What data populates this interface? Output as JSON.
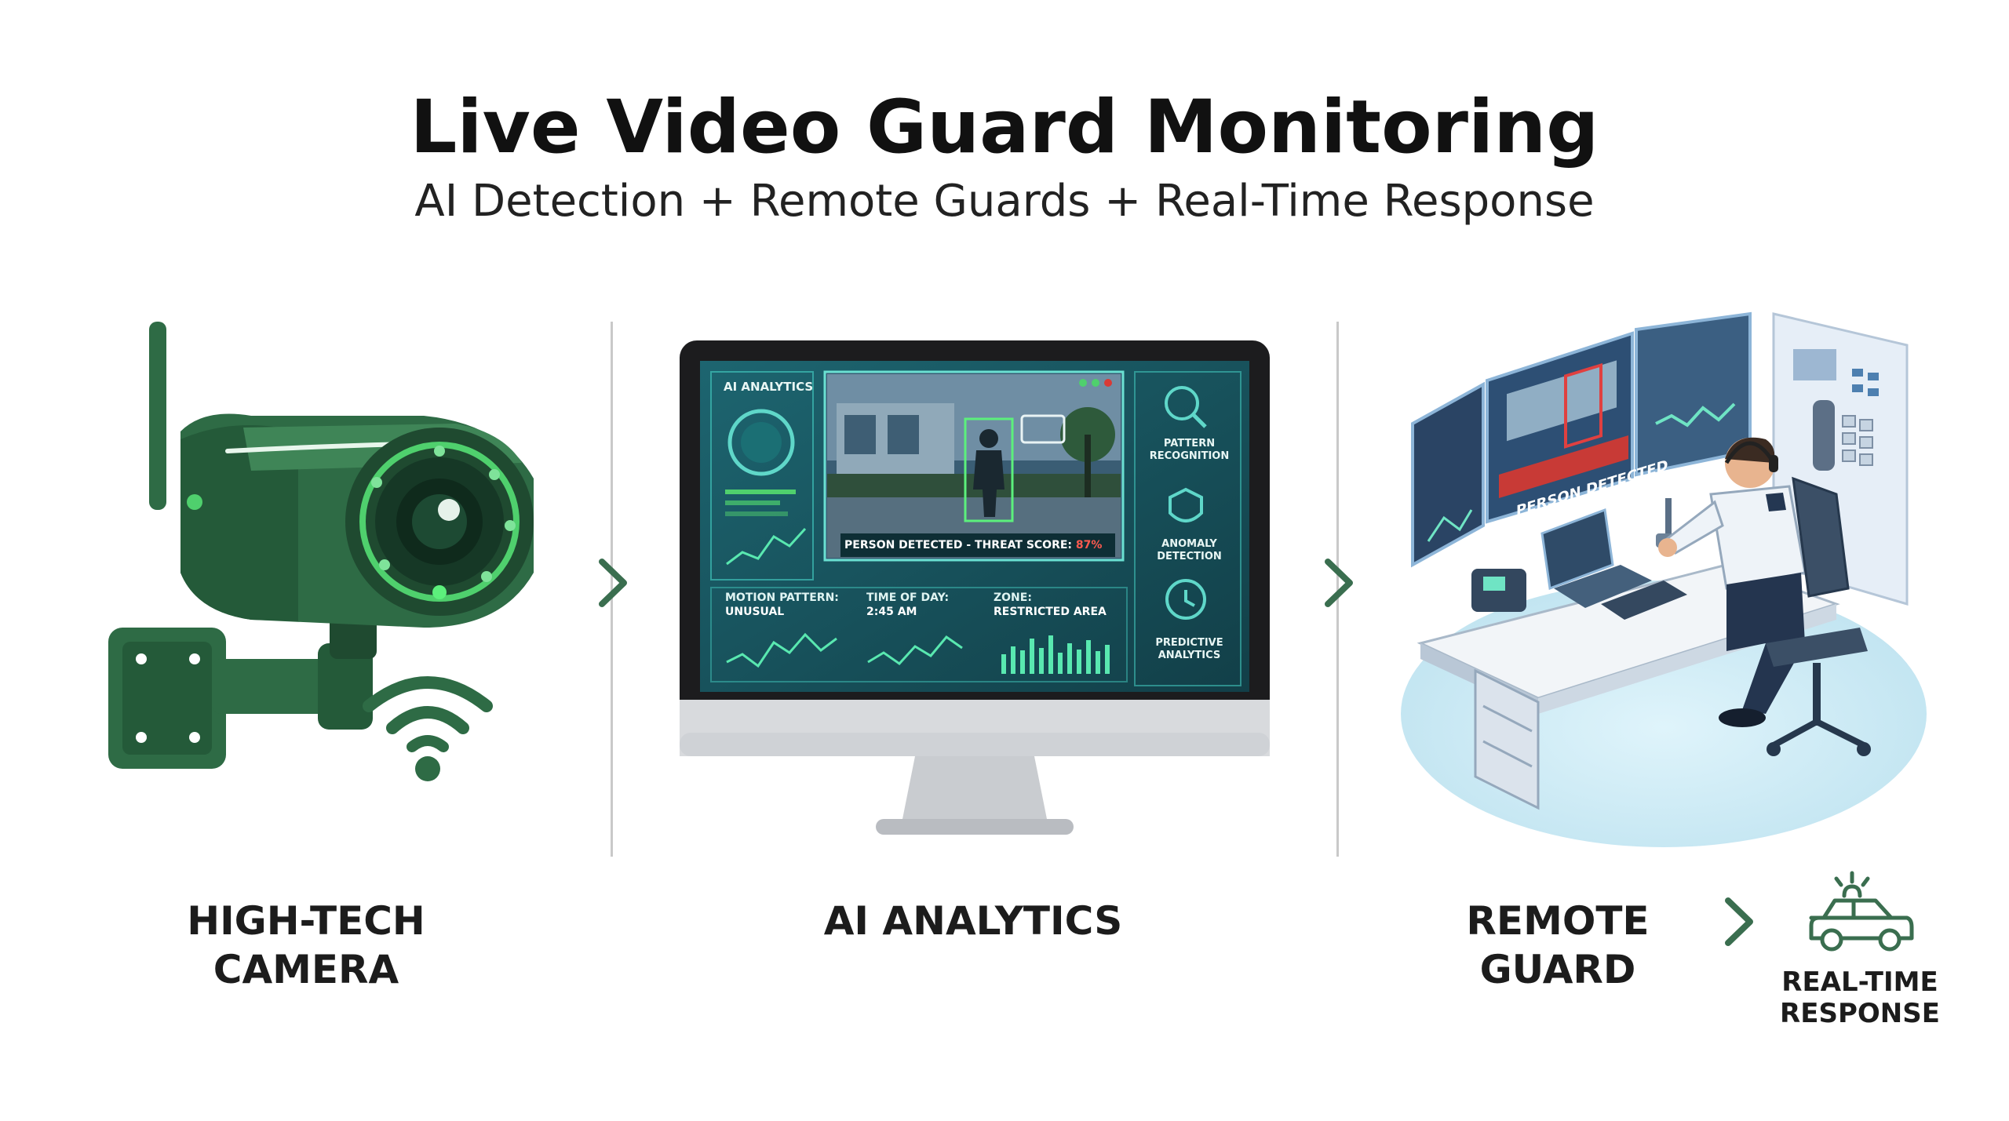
{
  "header": {
    "title": "Live Video Guard Monitoring",
    "subtitle": "AI Detection + Remote Guards + Real-Time Response"
  },
  "steps": [
    {
      "line1": "HIGH-TECH",
      "line2": "CAMERA"
    },
    {
      "line1": "AI ANALYTICS",
      "line2": ""
    },
    {
      "line1": "REMOTE",
      "line2": "GUARD"
    },
    {
      "line1": "REAL-TIME",
      "line2": "RESPONSE"
    }
  ],
  "screen": {
    "panel_title": "AI ANALYTICS",
    "detection_text": "PERSON DETECTED - THREAT SCORE:",
    "threat_score": "87%",
    "motion_label": "MOTION PATTERN:",
    "motion_value": "UNUSUAL",
    "time_label": "TIME OF DAY:",
    "time_value": "2:45 AM",
    "zone_label": "ZONE:",
    "zone_value": "RESTRICTED AREA",
    "feature_1a": "PATTERN",
    "feature_1b": "RECOGNITION",
    "feature_2a": "ANOMALY",
    "feature_2b": "DETECTION",
    "feature_3a": "PREDICTIVE",
    "feature_3b": "ANALYTICS"
  },
  "guard_monitor": {
    "alert_text": "PERSON DETECTED"
  },
  "colors": {
    "brand_green": "#2e6b45",
    "dark_green": "#1f4a30",
    "accent_green": "#4fd06d",
    "screen_teal": "#1b5a63",
    "alert_red": "#d83a35"
  },
  "icons": {
    "camera": "security-camera-icon",
    "wifi": "wifi-icon",
    "patrol": "patrol-car-icon",
    "arrow": "chevron-right-icon"
  }
}
